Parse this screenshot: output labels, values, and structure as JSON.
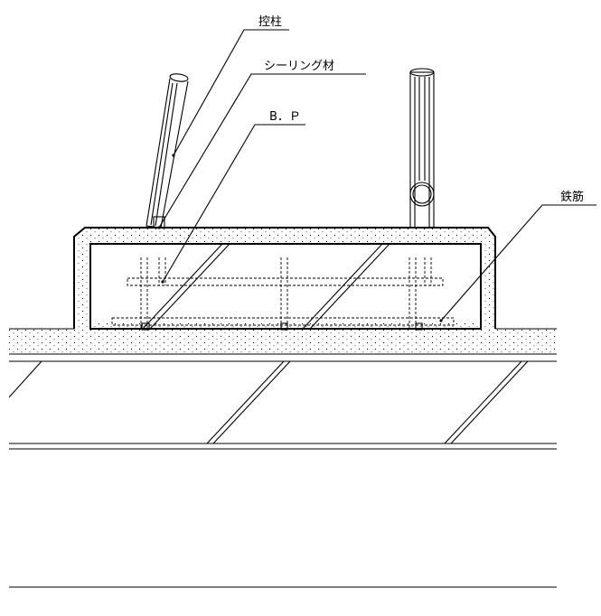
{
  "labels": {
    "buttress_post": "控柱",
    "sealing_material": "シーリング材",
    "base_plate": "B．Ｐ",
    "rebar": "鉄筋"
  }
}
